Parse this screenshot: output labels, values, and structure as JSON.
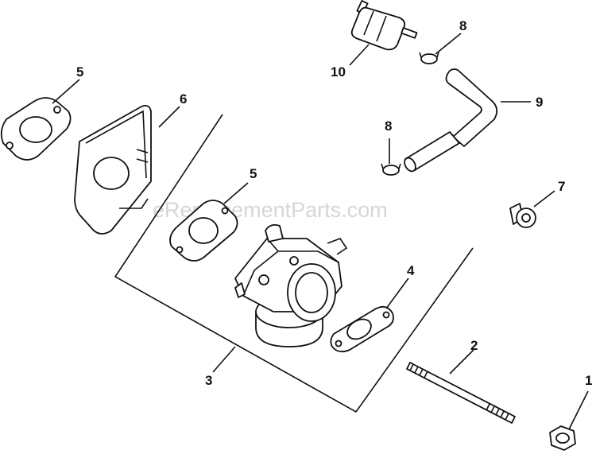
{
  "watermark": "eReplacementParts.com",
  "labels": {
    "l1": "1",
    "l2": "2",
    "l3": "3",
    "l4": "4",
    "l5a": "5",
    "l5b": "5",
    "l6": "6",
    "l7": "7",
    "l8a": "8",
    "l8b": "8",
    "l9": "9",
    "l10": "10"
  }
}
